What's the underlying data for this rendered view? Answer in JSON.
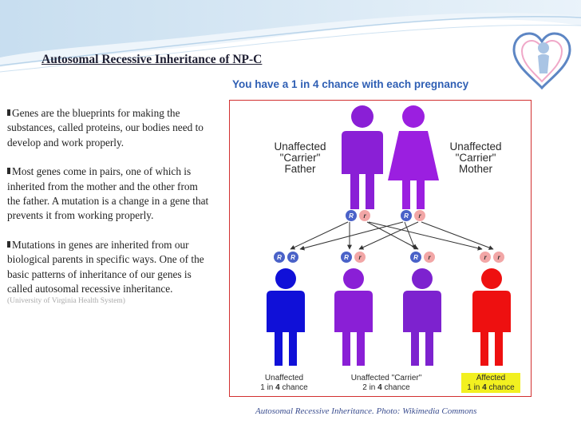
{
  "title": "Autosomal Recessive Inheritance of NP-C",
  "subtitle": "You have a 1 in 4 chance with each pregnancy",
  "bullets": [
    "Genes are the blueprints for making the substances, called proteins, our bodies need to develop and work properly.",
    "Most genes come in pairs, one of which is inherited from the mother and the other from the father. A mutation is a change in a gene that prevents it from working properly.",
    "Mutations in genes are inherited from our biological parents in specific ways. One of the basic patterns of inheritance of our genes is called autosomal recessive inheritance."
  ],
  "citation": "(University of Virginia Health System)",
  "caption": "Autosomal Recessive Inheritance. Photo: Wikimedia Commons",
  "diagram": {
    "father": {
      "label1": "Unaffected",
      "label2": "\"Carrier\"",
      "label3": "Father",
      "alleles": [
        "R",
        "r"
      ],
      "color": "#8a1fd6"
    },
    "mother": {
      "label1": "Unaffected",
      "label2": "\"Carrier\"",
      "label3": "Mother",
      "alleles": [
        "R",
        "r"
      ],
      "color": "#9b1fe0"
    },
    "children": [
      {
        "alleles": [
          "R",
          "R"
        ],
        "label1": "Unaffected",
        "label2_pre": "1 in ",
        "label2_num": "4",
        "label2_post": " chance",
        "color": "#1010d8"
      },
      {
        "alleles": [
          "R",
          "r"
        ],
        "label1": "Unaffected \"Carrier\"",
        "label2_pre": "2 in ",
        "label2_num": "4",
        "label2_post": " chance",
        "color": "#8a1fd6"
      },
      {
        "alleles": [
          "R",
          "r"
        ],
        "label1": "",
        "label2_pre": "",
        "label2_num": "",
        "label2_post": "",
        "color": "#7d22cf"
      },
      {
        "alleles": [
          "r",
          "r"
        ],
        "label1": "Affected",
        "label2_pre": "1 in ",
        "label2_num": "4",
        "label2_post": " chance",
        "color": "#ee1010"
      }
    ],
    "allele_colors": {
      "R": "#4a62c8",
      "r": "#f2a6a6"
    },
    "highlight_color": "#f2f020"
  },
  "colors": {
    "title": "#1f1f33",
    "subtitle": "#2f5fb4",
    "frame": "#d23030",
    "caption": "#3a4d8f"
  }
}
